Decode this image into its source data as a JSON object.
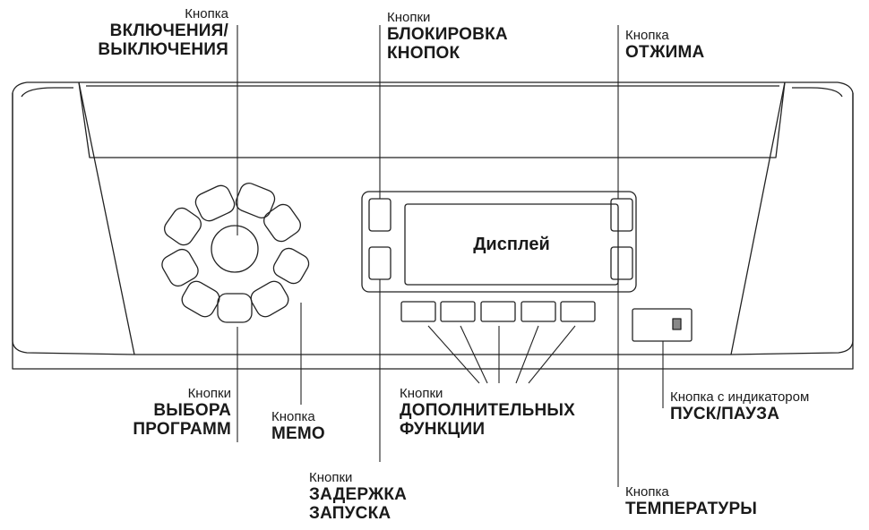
{
  "display": {
    "label": "Дисплей"
  },
  "callouts": {
    "power": {
      "small": "Кнопка",
      "big_1": "ВКЛЮЧЕНИЯ/",
      "big_2": "ВЫКЛЮЧЕНИЯ"
    },
    "lock": {
      "small": "Кнопки",
      "big_1": "БЛОКИРОВКА",
      "big_2": "КНОПОК"
    },
    "spin": {
      "small": "Кнопка",
      "big_1": "ОТЖИМА"
    },
    "programs": {
      "small": "Кнопки",
      "big_1": "ВЫБОРА",
      "big_2": "ПРОГРАММ"
    },
    "memo": {
      "small": "Кнопка",
      "big_1": "МЕМО"
    },
    "extra": {
      "small": "Кнопки",
      "big_1": "ДОПОЛНИТЕЛЬНЫХ",
      "big_2": "ФУНКЦИИ"
    },
    "start": {
      "small": "Кнопка с индикатором",
      "big_1": "ПУСК/ПАУЗА"
    },
    "delay": {
      "small": "Кнопки",
      "big_1": "ЗАДЕРЖКА",
      "big_2": "ЗАПУСКА"
    },
    "temp": {
      "small": "Кнопка",
      "big_1": "ТЕМПЕРАТУРЫ"
    }
  }
}
